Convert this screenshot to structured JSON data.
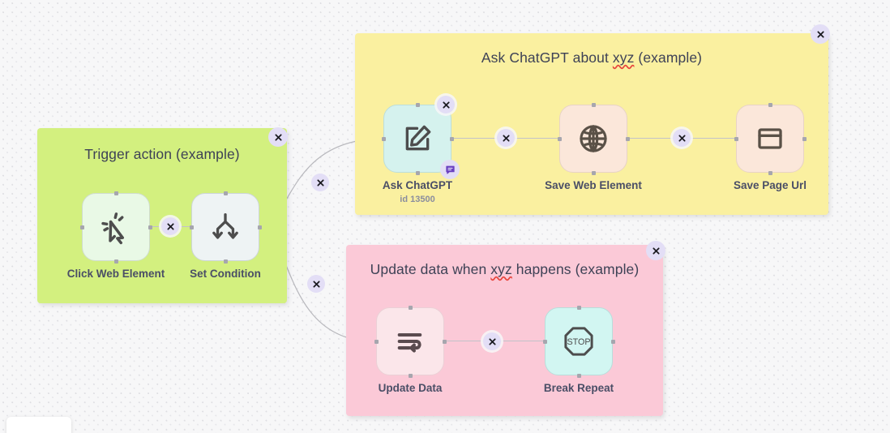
{
  "canvas": {
    "background_color": "#f7f7f8",
    "dot_grid": true,
    "edge_color": "#b8b8bd"
  },
  "groups": [
    {
      "id": "trigger-action",
      "title_prefix": "Trigger action (example)",
      "title_misspelled": "",
      "title_suffix": "",
      "color": "#d3f07f",
      "close_label": "×",
      "nodes": [
        {
          "id": "click-web-element",
          "label": "Click Web Element",
          "sublabel": "",
          "icon": "cursor-click-icon",
          "fill": "#e9f9e6"
        },
        {
          "id": "set-condition",
          "label": "Set Condition",
          "sublabel": "",
          "icon": "branch-split-icon",
          "fill": "#eef3f4"
        }
      ]
    },
    {
      "id": "ask-chatgpt-group",
      "title_prefix": "Ask ChatGPT about ",
      "title_misspelled": "xyz",
      "title_suffix": " (example)",
      "color": "#faf0a0",
      "close_label": "×",
      "nodes": [
        {
          "id": "ask-chatgpt",
          "label": "Ask ChatGPT",
          "sublabel": "id 13500",
          "icon": "edit-square-icon",
          "fill": "#d5f2ee",
          "badge": "comment-icon"
        },
        {
          "id": "save-web-element",
          "label": "Save Web Element",
          "sublabel": "",
          "icon": "globe-icon",
          "fill": "#fbe7da"
        },
        {
          "id": "save-page-url",
          "label": "Save Page Url",
          "sublabel": "",
          "icon": "browser-window-icon",
          "fill": "#fbe7da"
        }
      ]
    },
    {
      "id": "update-data-group",
      "title_prefix": "Update data when ",
      "title_misspelled": "xyz",
      "title_suffix": " happens (example)",
      "color": "#fbc9d7",
      "close_label": "×",
      "nodes": [
        {
          "id": "update-data",
          "label": "Update Data",
          "sublabel": "",
          "icon": "update-lines-icon",
          "fill": "#fbe6ea"
        },
        {
          "id": "break-repeat",
          "label": "Break Repeat",
          "sublabel": "",
          "icon": "stop-sign-icon",
          "fill": "#d2f6f2"
        }
      ]
    }
  ],
  "edge_buttons": {
    "label": "×"
  },
  "stop_icon_text": "STOP"
}
